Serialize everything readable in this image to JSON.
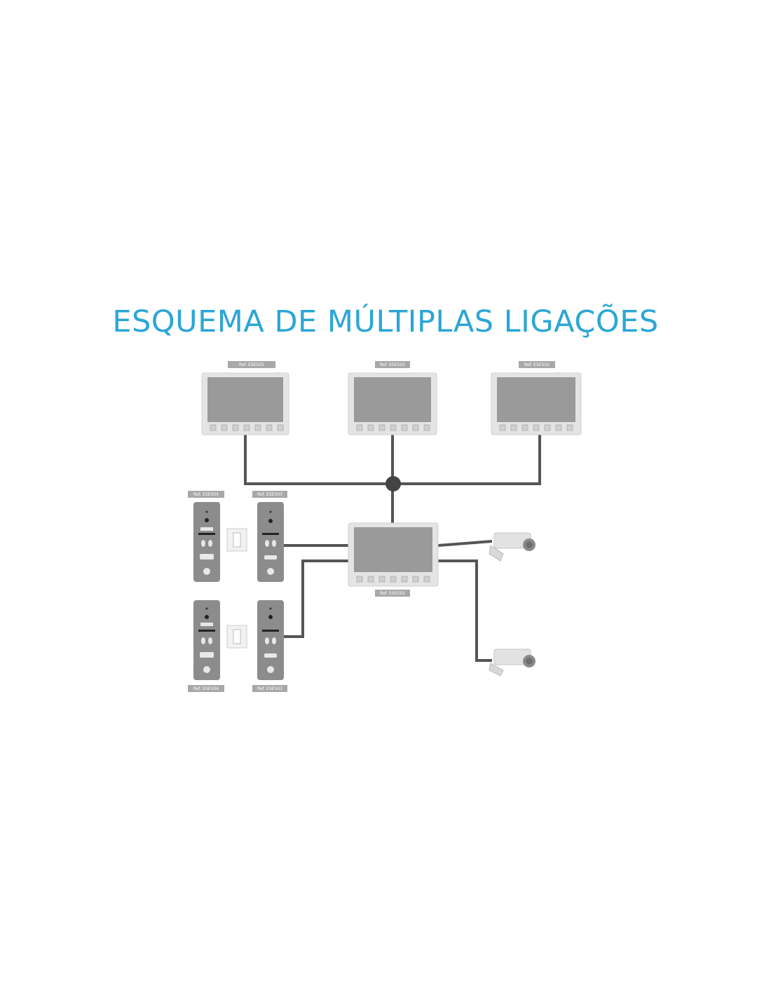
{
  "title": "ESQUEMA DE MÚLTIPLAS LIGAÇÕES",
  "colors": {
    "title": "#2ba6d6",
    "wire": "#555555",
    "device_body": "#e4e4e4",
    "screen": "#9a9a9a",
    "panel": "#8c8c8c",
    "label_bg": "#a8a8a8"
  },
  "refs": {
    "monitor_1": "Ref. ESE501",
    "monitor_2": "Ref. ESE502",
    "monitor_3": "Ref. ESE502",
    "monitor_main": "Ref. ESE502",
    "door_top_left": "Ref. ESE504",
    "door_top_right": "Ref. ESE503",
    "door_bottom_left": "Ref. ESE504",
    "door_bottom_right": "Ref. ESE503"
  },
  "icons": {
    "monitor": "video-monitor-icon",
    "door_station": "door-intercom-panel-icon",
    "camera": "cctv-camera-icon",
    "junction": "junction-node-icon"
  }
}
